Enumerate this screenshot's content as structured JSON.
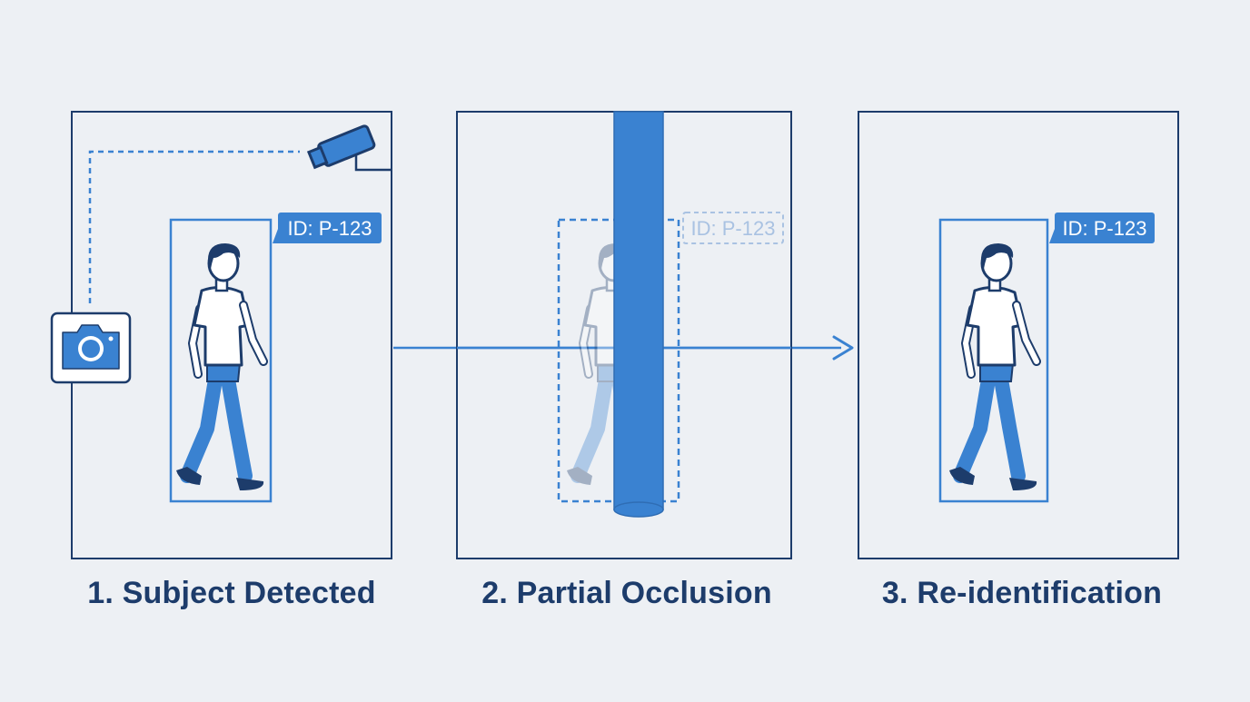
{
  "panels": [
    {
      "id_label": "ID: P-123",
      "caption": "1. Subject Detected"
    },
    {
      "id_label": "ID: P-123",
      "caption": "2. Partial Occlusion"
    },
    {
      "id_label": "ID: P-123",
      "caption": "3. Re-identification"
    }
  ],
  "icons": {
    "camera_1": "security-camera-icon",
    "camera_2": "photo-camera-icon",
    "person": "walking-person-icon",
    "occluder": "pillar"
  },
  "colors": {
    "background": "#edf0f4",
    "frame": "#1d3c6b",
    "accent": "#3a82d1",
    "caption": "#1d3c6b",
    "faded": "#a9c2e2"
  }
}
